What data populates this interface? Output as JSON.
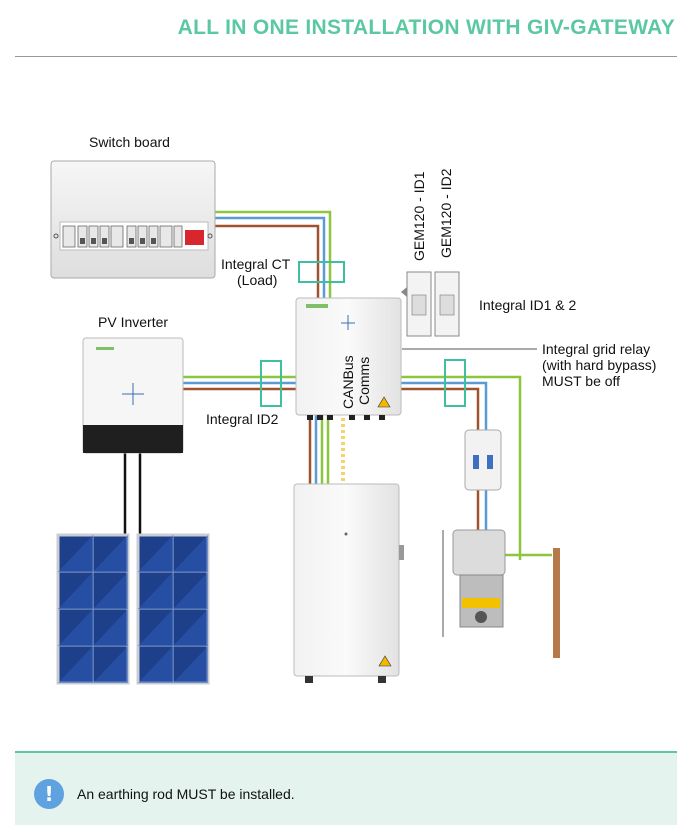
{
  "title": "ALL IN ONE INSTALLATION WITH GIV-GATEWAY",
  "labels": {
    "switch_board": "Switch board",
    "integral_ct": "Integral CT",
    "integral_ct_sub": "(Load)",
    "pv_inverter": "PV Inverter",
    "gem_id1": "GEM120 - ID1",
    "gem_id2": "GEM120 - ID2",
    "integral_id1_2": "Integral ID1 & 2",
    "grid_relay_1": "Integral grid relay",
    "grid_relay_2": "(with hard bypass)",
    "grid_relay_3": "MUST be off",
    "integral_id2": "Integral ID2",
    "canbus_1": "CANBus",
    "canbus_2": "Comms"
  },
  "notice": {
    "icon": "info-exclamation-icon",
    "text": "An earthing rod MUST be installed."
  },
  "colors": {
    "accent": "#5cc8a2",
    "wire_green": "#8cc63f",
    "wire_blue": "#5b9bd5",
    "wire_brown": "#a0522d",
    "comms_yellow": "#f2d56b",
    "notice_icon": "#5ea2e0"
  }
}
